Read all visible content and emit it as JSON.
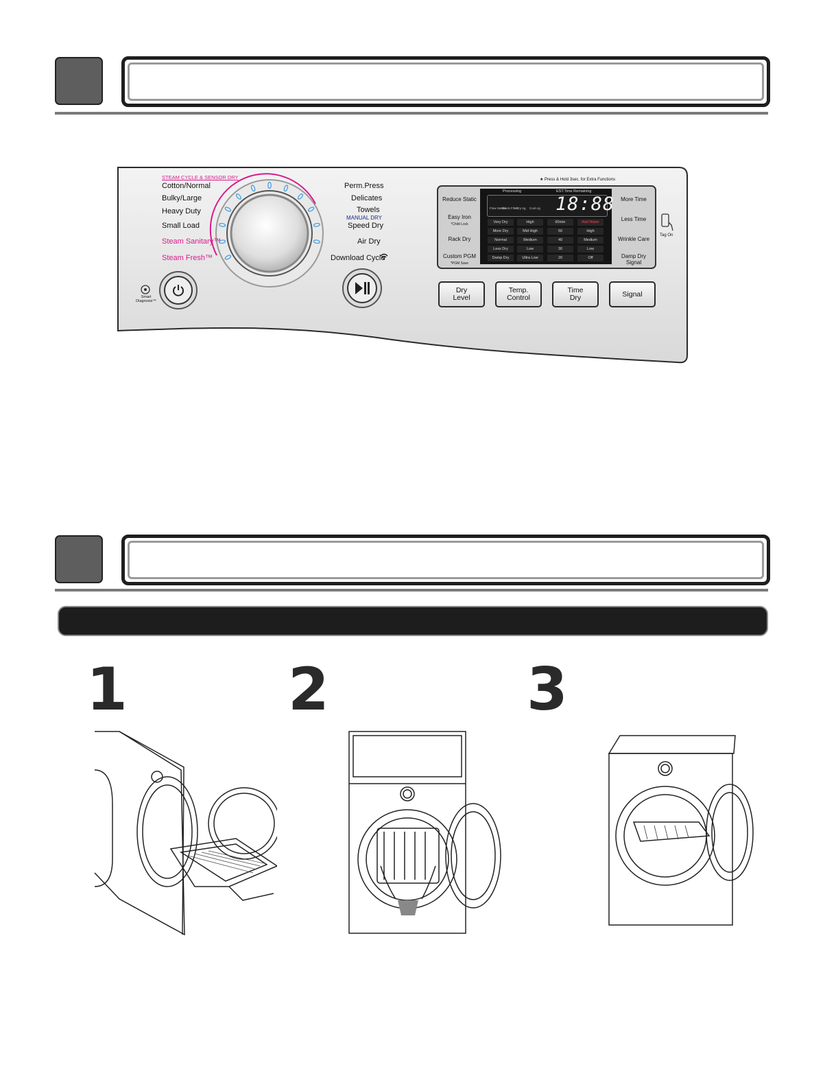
{
  "panel": {
    "steam_header": "STEAM CYCLE & SENSOR DRY",
    "manual_header": "MANUAL DRY",
    "press_hold_note": "★ Press & Hold 3sec. for Extra Functions",
    "left_cycles": [
      "Cotton/Normal",
      "Bulky/Large",
      "Heavy Duty",
      "Small Load",
      "Steam Sanitary™",
      "Steam Fresh™"
    ],
    "right_cycles": [
      "Perm.Press",
      "Delicates",
      "Towels",
      "Speed Dry",
      "Air Dry",
      "Download Cycle"
    ],
    "smart_diagnosis": "Smart Diagnosis™",
    "processing_label": "Processing",
    "est_time_label": "EST.Time Remaining",
    "display_digits": "18:88",
    "status_icons": [
      "Flow Sense",
      "Check Filter",
      "Dry Ag",
      "Cool Ag"
    ],
    "left_option_buttons": [
      {
        "label": "Reduce Static",
        "sub": ""
      },
      {
        "label": "Easy Iron",
        "sub": "*Child Lock"
      },
      {
        "label": "Rack Dry",
        "sub": ""
      },
      {
        "label": "Custom PGM",
        "sub": "*PGM Save"
      }
    ],
    "right_option_buttons": [
      {
        "label": "More Time",
        "sub": ""
      },
      {
        "label": "Less Time",
        "sub": ""
      },
      {
        "label": "Wrinkle Care",
        "sub": ""
      },
      {
        "label": "Damp Dry",
        "sub": "Signal"
      }
    ],
    "grid_columns": [
      [
        "Very Dry",
        "More Dry",
        "Normal",
        "Less Dry",
        "Damp Dry"
      ],
      [
        "High",
        "Mid High",
        "Medium",
        "Low",
        "Ultra Low"
      ],
      [
        "60min",
        "50",
        "40",
        "30",
        "20"
      ],
      [
        "Add Water",
        "High",
        "Medium",
        "Low",
        "Off"
      ]
    ],
    "bottom_buttons": [
      {
        "line1": "Dry",
        "line2": "Level"
      },
      {
        "line1": "Temp.",
        "line2": "Control"
      },
      {
        "line1": "Time",
        "line2": "Dry"
      },
      {
        "line1": "Signal",
        "line2": ""
      }
    ],
    "tag_on": "Tag On",
    "accent_pink": "#d81b8c",
    "knob_led_blue": "#4a9fe0"
  },
  "steps": [
    "1",
    "2",
    "3"
  ],
  "icons": [
    "power-icon",
    "play-pause-icon",
    "wifi-icon",
    "smart-diagnosis-icon",
    "tag-on-phone-icon"
  ]
}
